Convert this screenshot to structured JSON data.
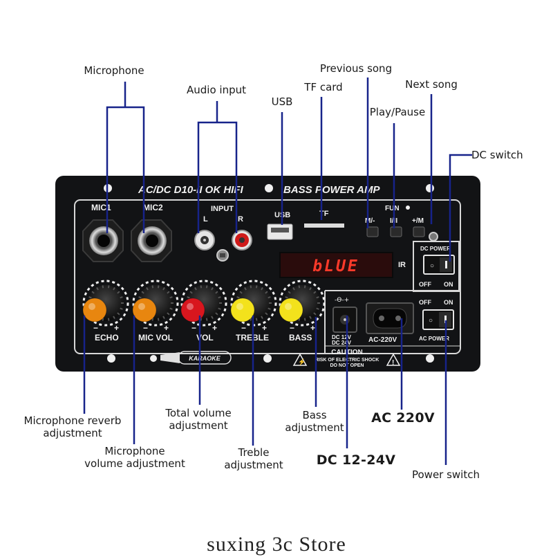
{
  "panel": {
    "model_text": "AC/DC D10-II OK HIFI",
    "amp_text": "BASS  POWER  AMP",
    "mic1": "MIC1",
    "mic2": "MIC2",
    "input": "INPUT",
    "input_l": "L",
    "input_r": "R",
    "usb": "USB",
    "tf": "TF",
    "fun": "FUN",
    "prev_btn": "M/-",
    "play_btn": "I/II",
    "next_btn": "+/M",
    "display_text": "bLUE",
    "ir": "IR",
    "dc_power": "DC POWER",
    "off": "OFF",
    "on": "ON",
    "ac_power": "AC POWER",
    "dc_jack_symbol": "-Ɵ-+",
    "dc_label_1": "DC 12V",
    "dc_label_2": "DC 24V",
    "ac_label": "AC-220V",
    "echo": "ECHO",
    "mic_vol": "MIC VOL",
    "vol": "VOL",
    "treble": "TREBLE",
    "bass": "BASS",
    "minus": "−",
    "plus": "+",
    "karaoke": "KARAOKE",
    "caution": "CAUTION",
    "caution_line1": "RISK OF ELECTRIC SHOCK",
    "caution_line2": "DO NOT OPEN",
    "knob_colors": [
      "#e8860f",
      "#e8860f",
      "#d8161e",
      "#f3e21c",
      "#f3e21c"
    ]
  },
  "callouts": {
    "microphone": "Microphone",
    "audio_input": "Audio input",
    "usb": "USB",
    "tf_card": "TF card",
    "previous_song": "Previous song",
    "play_pause": "Play/Pause",
    "next_song": "Next song",
    "dc_switch": "DC switch",
    "mic_reverb_1": "Microphone reverb",
    "mic_reverb_2": "adjustment",
    "mic_volume_1": "Microphone",
    "mic_volume_2": "volume adjustment",
    "total_volume_1": "Total volume",
    "total_volume_2": "adjustment",
    "treble_1": "Treble",
    "treble_2": "adjustment",
    "bass_1": "Bass",
    "bass_2": "adjustment",
    "dc_input": "DC 12-24V",
    "ac_input": "AC 220V",
    "power_switch": "Power switch"
  },
  "store_name": "suxing 3c Store"
}
